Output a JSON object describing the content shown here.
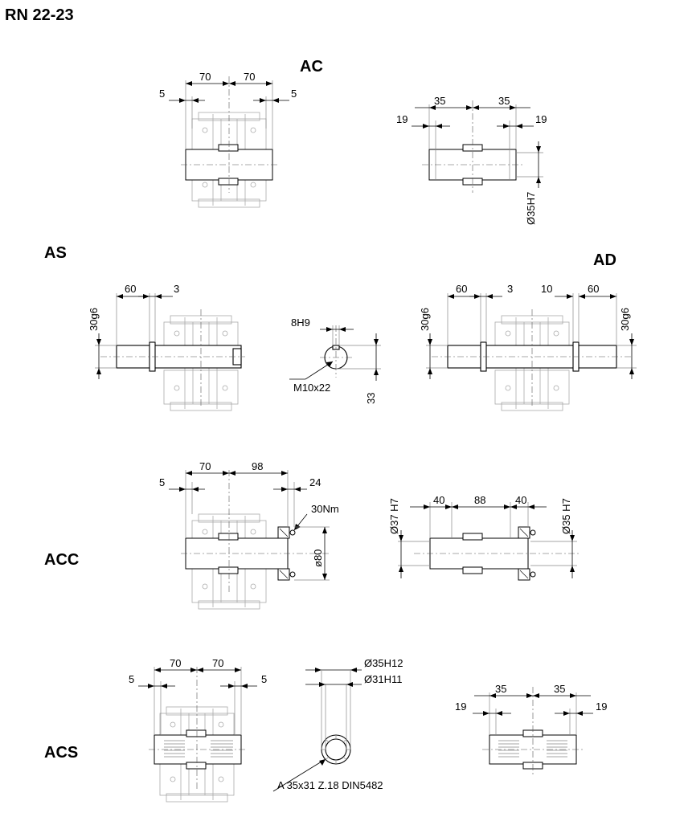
{
  "title": "RN 22-23",
  "sections": {
    "ac": "AC",
    "as": "AS",
    "ad": "AD",
    "acc": "ACC",
    "acs": "ACS"
  },
  "dims": {
    "ac": {
      "left_outer": "5",
      "left_mid": "70",
      "right_mid": "70",
      "right_outer": "5"
    },
    "ac_side": {
      "left_outer": "19",
      "left_mid": "35",
      "right_mid": "35",
      "right_outer": "19",
      "bore": "Ø35H7"
    },
    "as": {
      "len": "60",
      "gap": "3",
      "dia": "30g6"
    },
    "as_key": {
      "key": "8H9",
      "thread": "M10x22",
      "height": "33"
    },
    "ad": {
      "left_len": "60",
      "left_gap": "3",
      "right_gap": "10",
      "right_len": "60",
      "left_dia": "30g6",
      "right_dia": "30g6"
    },
    "acc": {
      "left_outer": "5",
      "left_mid": "70",
      "right_mid": "98",
      "right_outer": "24",
      "torque": "30Nm",
      "flange": "ø80"
    },
    "acc_side": {
      "left": "40",
      "mid": "88",
      "right": "40",
      "left_bore": "Ø37 H7",
      "right_bore": "Ø35 H7"
    },
    "acs": {
      "left_outer": "5",
      "left_mid": "70",
      "right_mid": "70",
      "right_outer": "5"
    },
    "acs_spline": {
      "outer": "Ø35H12",
      "inner": "Ø31H11",
      "spec": "A 35x31 Z.18 DIN5482"
    },
    "acs_side": {
      "left_outer": "19",
      "left_mid": "35",
      "right_mid": "35",
      "right_outer": "19"
    }
  }
}
